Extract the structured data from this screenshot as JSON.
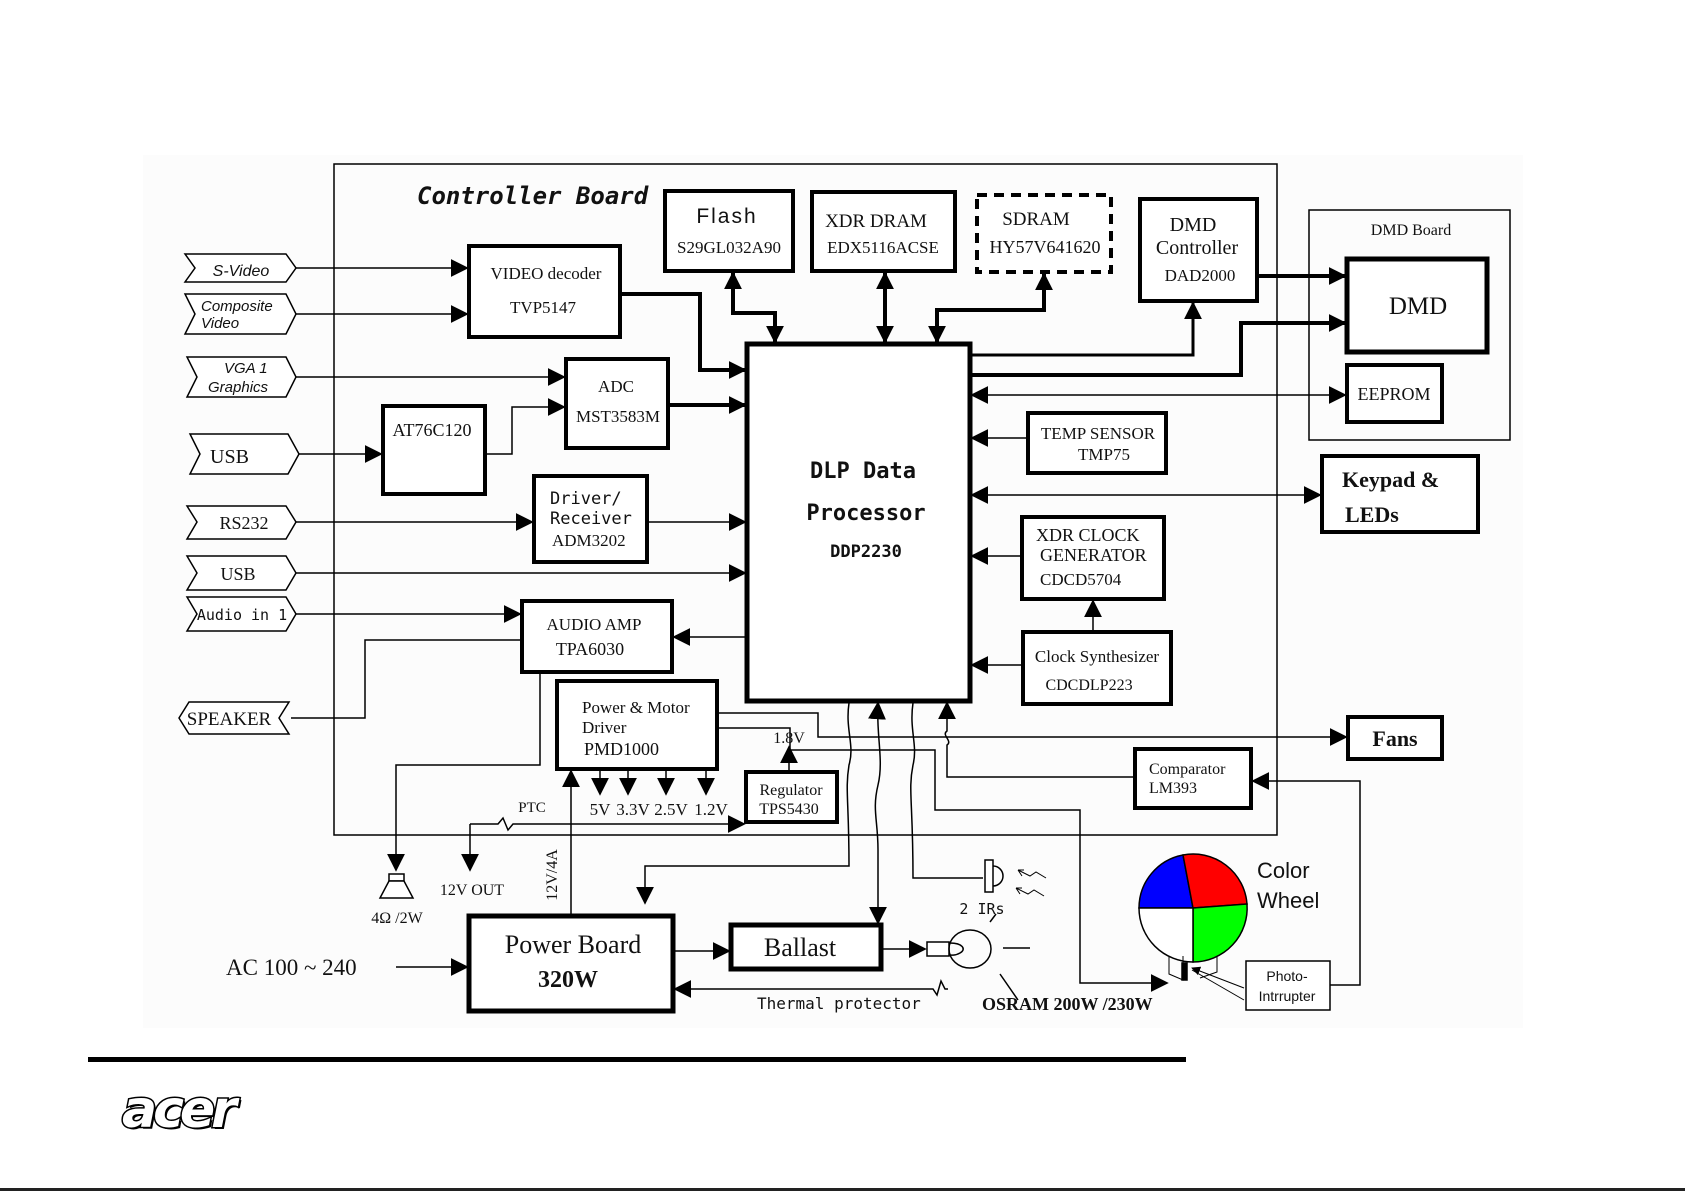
{
  "diagram": {
    "controller_board_title": "Controller Board",
    "dmd_board_title": "DMD Board",
    "inputs": {
      "s_video": "S-Video",
      "composite_line1": "Composite",
      "composite_line2": "Video",
      "vga_line1": "VGA  1",
      "vga_line2": "Graphics",
      "usb1": "USB",
      "rs232": "RS232",
      "usb2": "USB",
      "audio_in": "Audio in 1",
      "speaker": "SPEAKER"
    },
    "blocks": {
      "flash": {
        "title": "Flash",
        "part": "S29GL032A90"
      },
      "xdr_dram": {
        "title": "XDR DRAM",
        "part": "EDX5116ACSE"
      },
      "sdram": {
        "title": "SDRAM",
        "part": "HY57V641620"
      },
      "dmd_controller": {
        "line1": "DMD",
        "line2": "Controller",
        "part": "DAD2000"
      },
      "dmd": {
        "title": "DMD"
      },
      "eeprom": {
        "title": "EEPROM"
      },
      "video_decoder": {
        "title": "VIDEO decoder",
        "part": "TVP5147"
      },
      "adc": {
        "title": "ADC",
        "part": "MST3583M"
      },
      "at76c120": {
        "title": "AT76C120"
      },
      "driver_receiver": {
        "line1": "Driver/",
        "line2": "Receiver",
        "part": "ADM3202"
      },
      "audio_amp": {
        "title": "AUDIO AMP",
        "part": "TPA6030"
      },
      "power_motor": {
        "line1": "Power & Motor",
        "line2": "Driver",
        "part": "PMD1000"
      },
      "regulator": {
        "title": "Regulator",
        "part": "TPS5430"
      },
      "dlp": {
        "line1": "DLP Data",
        "line2": "Processor",
        "part": "DDP2230"
      },
      "temp_sensor": {
        "title": "TEMP SENSOR",
        "part": "TMP75"
      },
      "keypad": {
        "line1": "Keypad &",
        "line2": "LEDs"
      },
      "xdr_clock": {
        "line1": "XDR CLOCK",
        "line2": "GENERATOR",
        "part": "CDCD5704"
      },
      "clock_synth": {
        "title": "Clock Synthesizer",
        "part": "CDCDLP223"
      },
      "fans": {
        "title": "Fans"
      },
      "comparator": {
        "title": "Comparator",
        "part": "LM393"
      },
      "power_board": {
        "title": "Power Board",
        "rating": "320W"
      },
      "ballast": {
        "title": "Ballast"
      },
      "photo_interrupter": {
        "line1": "Photo-",
        "line2": "Intrrupter"
      }
    },
    "labels": {
      "v18": "1.8V",
      "v5": "5V",
      "v33": "3.3V",
      "v25": "2.5V",
      "v12": "1.2V",
      "ptc": "PTC",
      "out12v": "12V OUT",
      "v12_4a": "12V/4A",
      "speaker_rating": "4Ω /2W",
      "ac_input": "AC 100 ~ 240",
      "thermal": "Thermal protector",
      "lamp": "OSRAM 200W /230W",
      "irs": "2 IRs",
      "color_line1": "Color",
      "color_line2": "Wheel"
    },
    "colors": {
      "wheel_blue": "#0000ff",
      "wheel_red": "#ff0000",
      "wheel_green": "#00ff00",
      "wheel_white": "#ffffff"
    }
  },
  "footer": {
    "logo": "acer"
  }
}
